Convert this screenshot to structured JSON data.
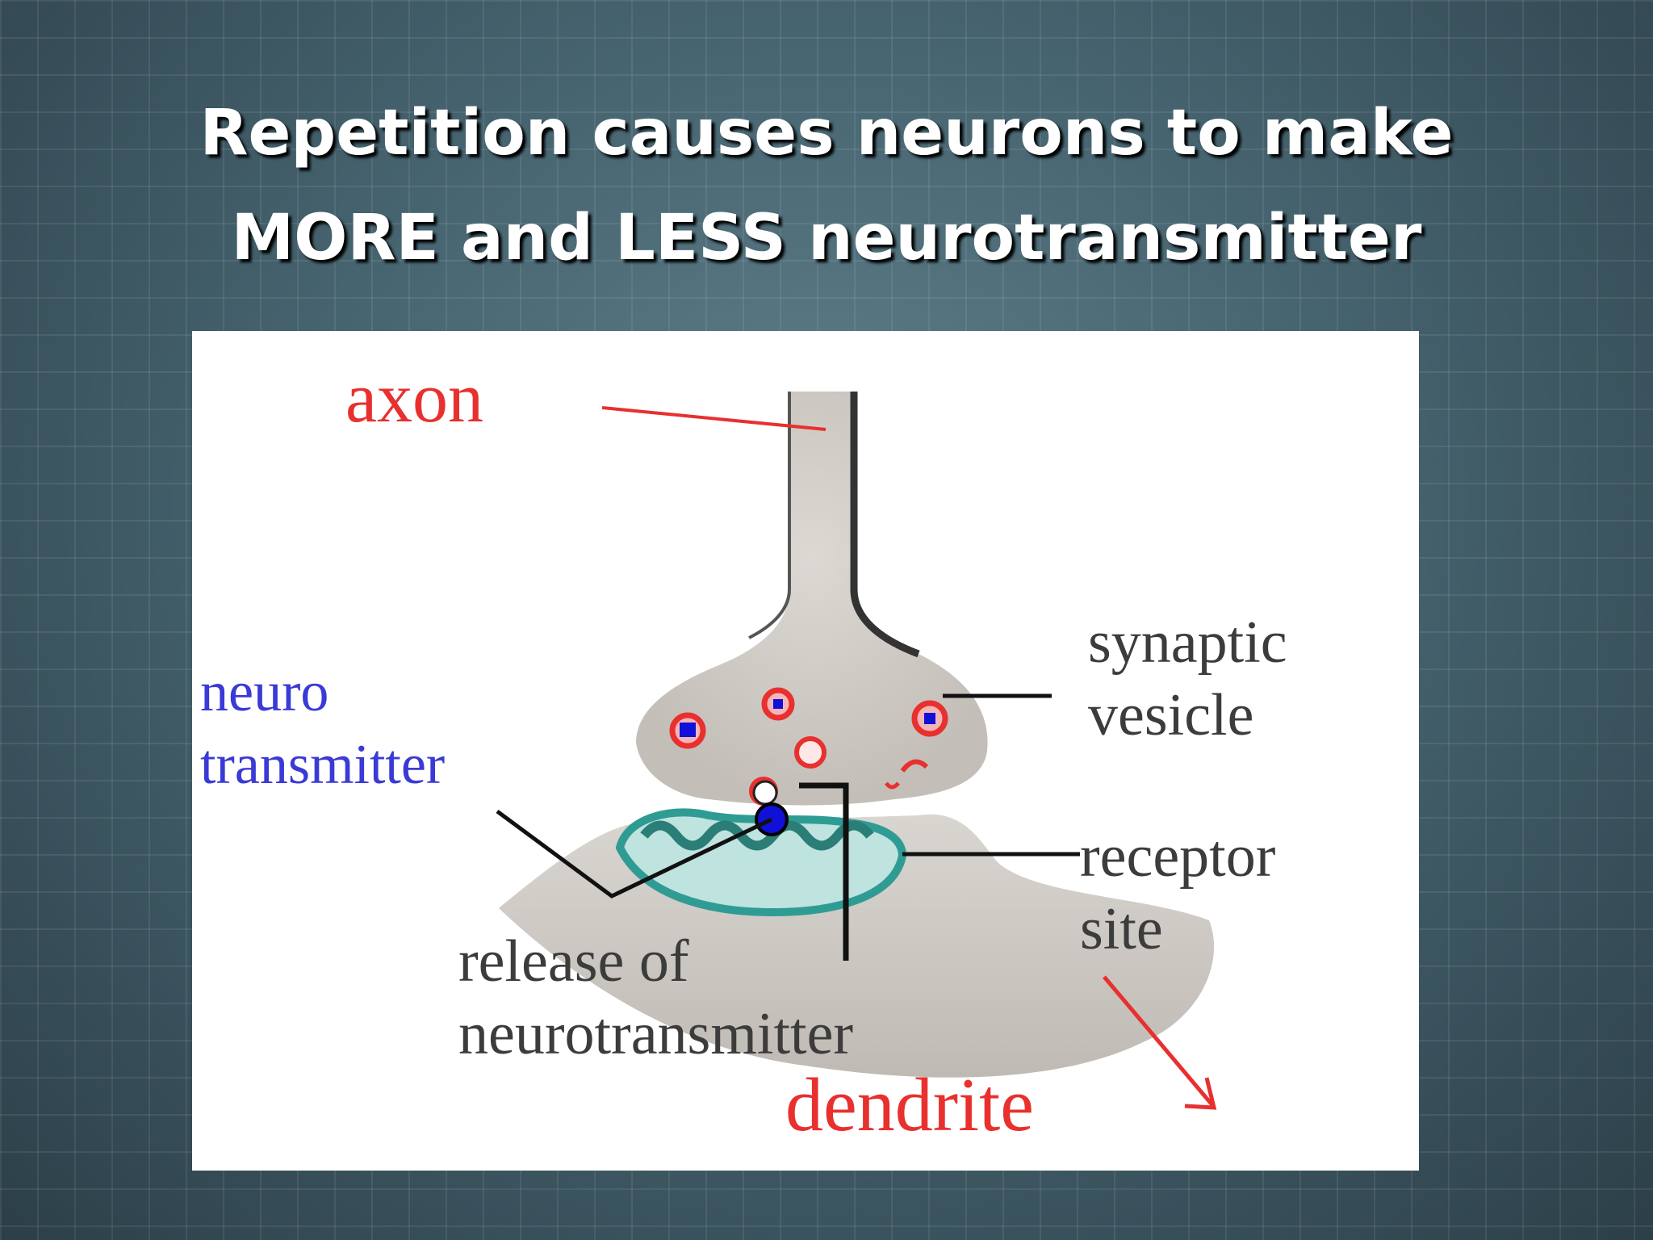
{
  "slide": {
    "title_line1": "Repetition causes neurons to make",
    "title_line2": "MORE and LESS neurotransmitter"
  },
  "diagram": {
    "labels": {
      "axon": "axon",
      "neuro": "neuro",
      "transmitter": "transmitter",
      "synaptic": "synaptic",
      "vesicle": "vesicle",
      "receptor": "receptor",
      "site": "site",
      "release_of": "release of",
      "neurotransmitter": "neurotransmitter",
      "dendrite": "dendrite"
    },
    "colors": {
      "red_label": "#e8302e",
      "blue_label": "#3a3ad6",
      "dark_label": "#3c3c3c",
      "membrane": "#cfcac4",
      "receptor": "#3aa9a0",
      "vesicle_dot": "#1010d8"
    }
  }
}
